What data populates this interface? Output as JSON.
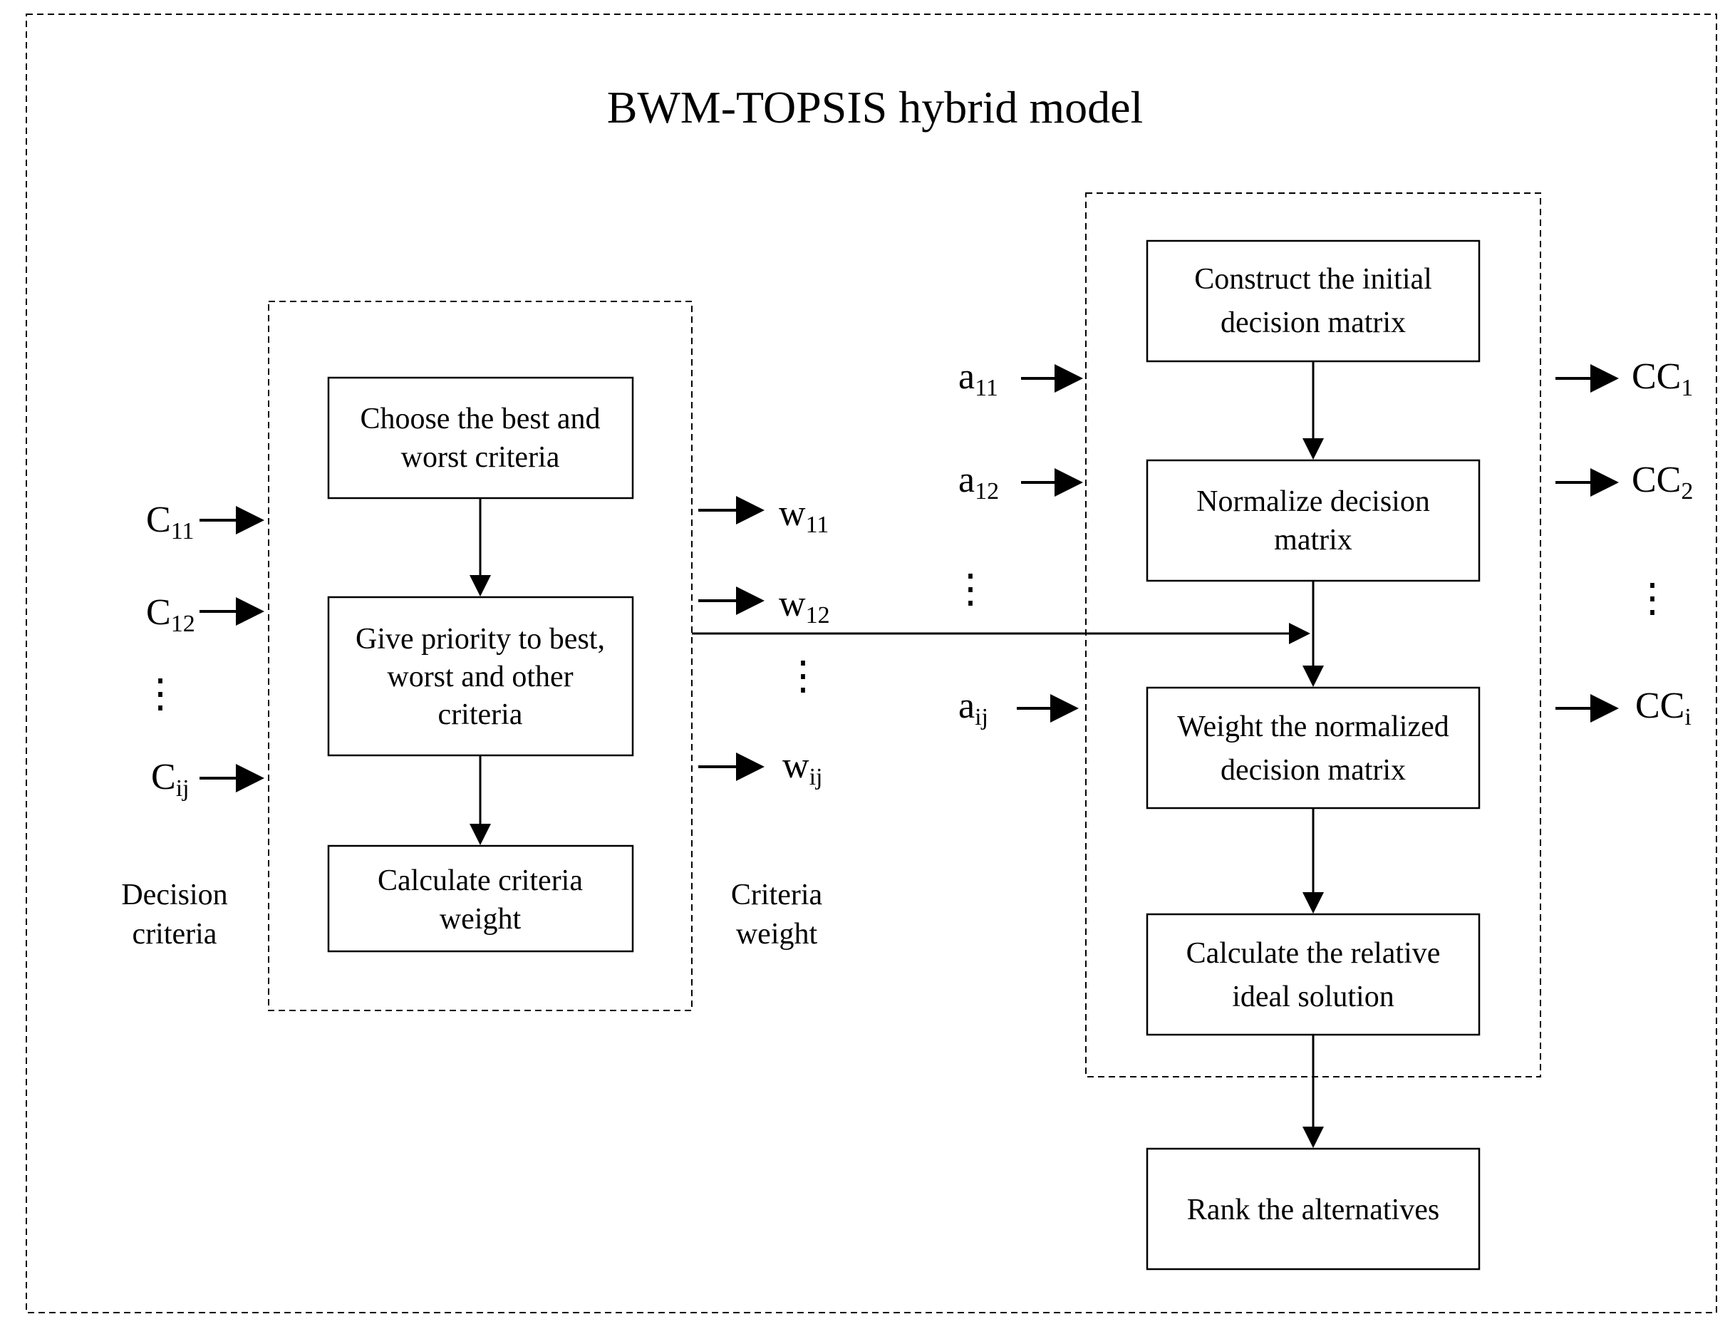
{
  "title": "BWM-TOPSIS hybrid model",
  "bwm_steps": [
    {
      "lines": [
        "Choose the best and",
        "worst criteria"
      ]
    },
    {
      "lines": [
        "Give priority to best,",
        "worst and other",
        "criteria"
      ]
    },
    {
      "lines": [
        "Calculate criteria",
        "weight"
      ]
    }
  ],
  "topsis_steps": [
    {
      "lines": [
        "Construct the initial",
        "decision matrix"
      ]
    },
    {
      "lines": [
        "Normalize decision",
        "matrix"
      ]
    },
    {
      "lines": [
        "Weight the normalized",
        "decision matrix"
      ]
    },
    {
      "lines": [
        "Calculate the relative",
        "ideal solution"
      ]
    }
  ],
  "final_step": {
    "lines": [
      "Rank the alternatives"
    ]
  },
  "inputs_criteria": [
    {
      "base": "C",
      "sub": "11"
    },
    {
      "base": "C",
      "sub": "12"
    },
    {
      "base": "C",
      "sub": "ij"
    }
  ],
  "outputs_weights": [
    {
      "base": "w",
      "sub": "11"
    },
    {
      "base": "w",
      "sub": "12"
    },
    {
      "base": "w",
      "sub": "ij"
    }
  ],
  "inputs_alternatives": [
    {
      "base": "a",
      "sub": "11"
    },
    {
      "base": "a",
      "sub": "12"
    },
    {
      "base": "a",
      "sub": "ij"
    }
  ],
  "outputs_cc": [
    {
      "base": "CC",
      "sub": "1"
    },
    {
      "base": "CC",
      "sub": "2"
    },
    {
      "base": "CC",
      "sub": "i"
    }
  ],
  "labels": {
    "decision_criteria": [
      "Decision",
      "criteria"
    ],
    "criteria_weight": [
      "Criteria",
      "weight"
    ]
  },
  "ellipsis": "⋮"
}
